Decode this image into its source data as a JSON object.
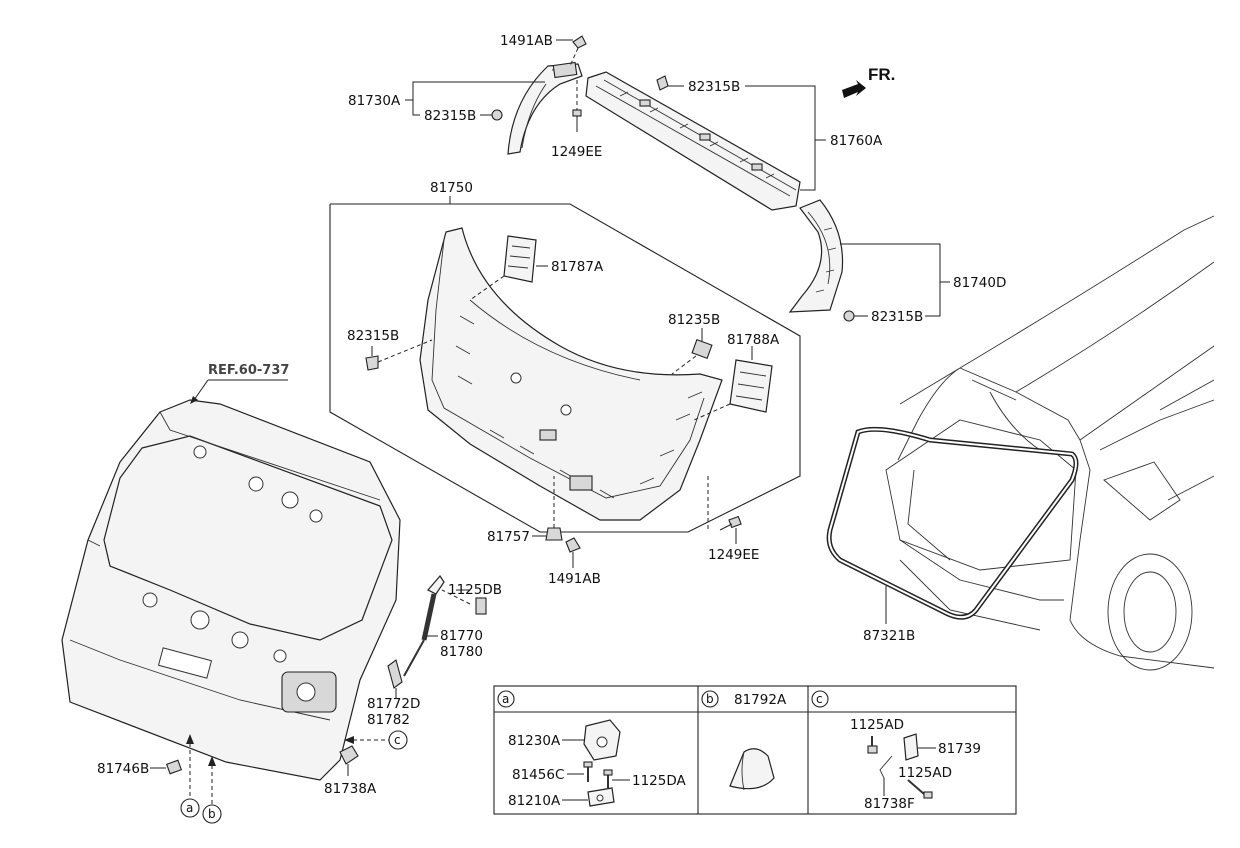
{
  "direction_label": "FR.",
  "reference": "REF.60-737",
  "labels": {
    "p1491AB_top": "1491AB",
    "p81730A": "81730A",
    "p82315B_a": "82315B",
    "p1249EE_top": "1249EE",
    "p82315B_b": "82315B",
    "p81760A": "81760A",
    "p81750": "81750",
    "p81787A": "81787A",
    "p81740D": "81740D",
    "p82315B_c": "82315B",
    "p82315B_d": "82315B",
    "p81235B": "81235B",
    "p81788A": "81788A",
    "p81757": "81757",
    "p1491AB_bottom": "1491AB",
    "p1249EE_bottom": "1249EE",
    "p1125DB": "1125DB",
    "p81770": "81770",
    "p81780": "81780",
    "p81772D": "81772D",
    "p81782": "81782",
    "p81746B": "81746B",
    "p81738A": "81738A",
    "p87321B": "87321B"
  },
  "callouts": {
    "a": "a",
    "b": "b",
    "c": "c"
  },
  "legend_table": {
    "col_a": {
      "letter": "a",
      "parts": [
        "81230A",
        "81456C",
        "1125DA",
        "81210A"
      ]
    },
    "col_b": {
      "letter": "b",
      "part": "81792A"
    },
    "col_c": {
      "letter": "c",
      "parts": [
        "1125AD",
        "81739",
        "1125AD",
        "81738F"
      ]
    }
  }
}
